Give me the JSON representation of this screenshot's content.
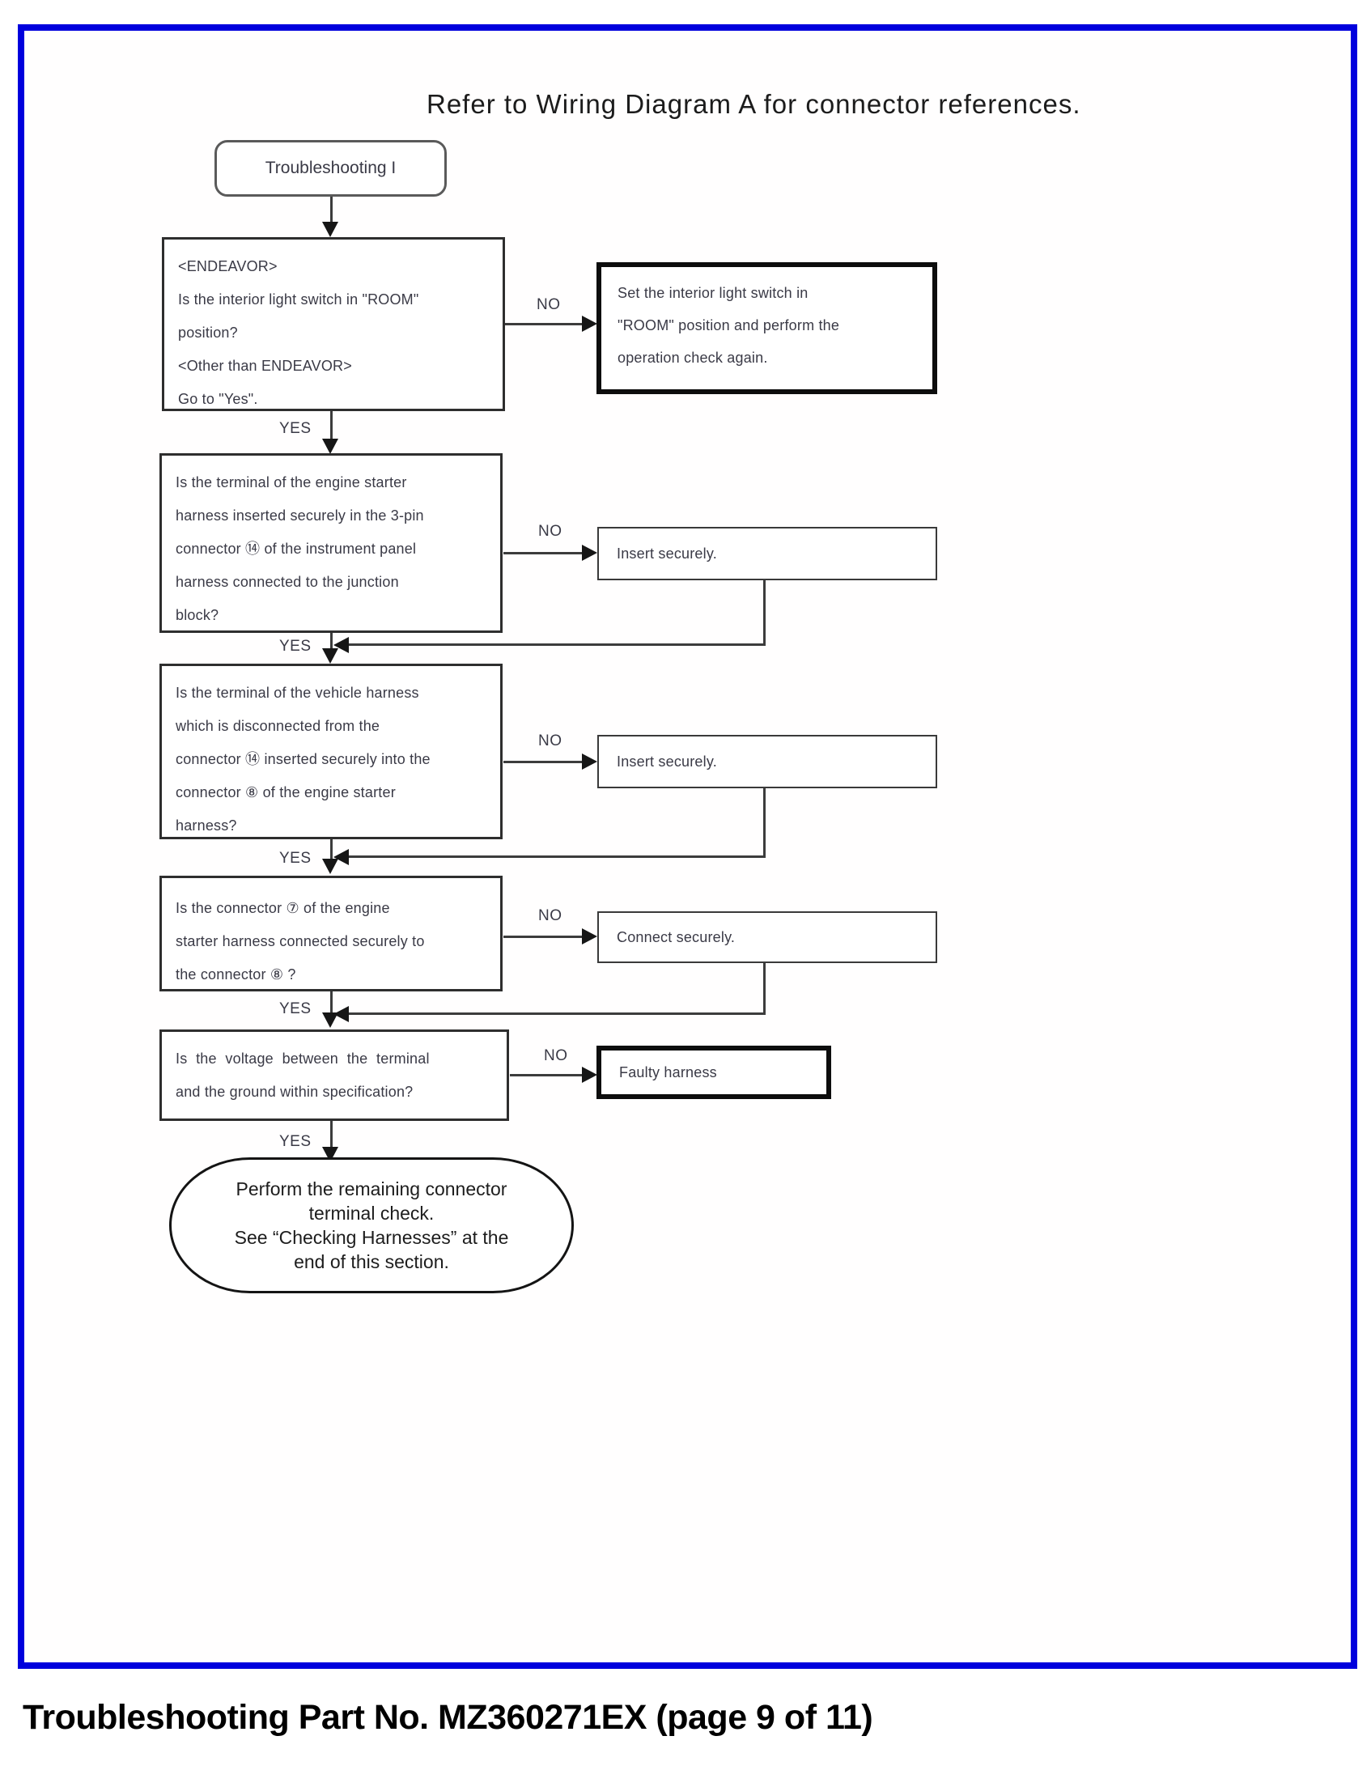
{
  "page": {
    "title": "Refer to Wiring Diagram A for connector references.",
    "caption": "Troubleshooting Part No. MZ360271EX (page 9 of 11)",
    "frame_color": "#0000dd",
    "line_color": "#3c3c3c",
    "emphasis_border_color": "#0d0d0d"
  },
  "labels": {
    "yes": "YES",
    "no": "NO"
  },
  "flowchart": {
    "start": "Troubleshooting I",
    "steps": [
      {
        "q": [
          "<ENDEAVOR>",
          "Is the interior light switch in \"ROOM\"",
          "position?",
          "<Other than ENDEAVOR>",
          "Go to \"Yes\"."
        ],
        "action": [
          "Set the interior light switch in",
          "\"ROOM\" position and perform the",
          "operation check again."
        ],
        "action_emphasized": true
      },
      {
        "q": [
          "Is the terminal of the engine starter",
          "harness inserted securely in the 3-pin",
          "connector ⑭ of the instrument panel",
          "harness connected to the junction",
          "block?"
        ],
        "action": [
          "Insert securely."
        ],
        "action_emphasized": false
      },
      {
        "q": [
          "Is the terminal of the vehicle harness",
          "which is disconnected from the",
          "connector ⑭ inserted securely into the",
          "connector ⑧ of the engine starter",
          "harness?"
        ],
        "action": [
          "Insert securely."
        ],
        "action_emphasized": false
      },
      {
        "q": [
          "Is the connector ⑦ of the engine",
          "starter harness connected securely to",
          "the connector ⑧ ?"
        ],
        "action": [
          "Connect securely."
        ],
        "action_emphasized": false
      },
      {
        "q": [
          "Is the voltage between the terminal",
          "and the ground within specification?"
        ],
        "action": [
          "Faulty harness"
        ],
        "action_emphasized": true
      }
    ],
    "end": [
      "Perform the remaining connector",
      "terminal check.",
      "See “Checking Harnesses” at the",
      "end of this section."
    ]
  }
}
